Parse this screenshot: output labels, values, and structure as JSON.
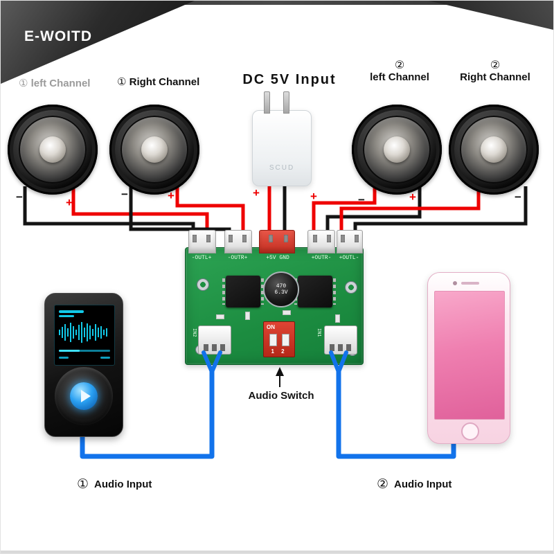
{
  "brand": "E-WOITD",
  "header": {
    "ch1_left_num": "①",
    "ch1_left": "left Channel",
    "ch1_right_num": "①",
    "ch1_right": "Right Channel",
    "dc_input": "DC 5V Input",
    "ch2_left_num": "②",
    "ch2_left": "left Channel",
    "ch2_right_num": "②",
    "ch2_right": "Right Channel"
  },
  "adapter": {
    "brand": "SCUD"
  },
  "board": {
    "connector_labels": [
      "-OUTL+",
      "-OUTR+",
      "+5V GND",
      "+OUTR-",
      "+OUTL-"
    ],
    "capacitor_value": "470",
    "capacitor_voltage": "6.3V",
    "dip_on": "ON",
    "dip_numbers": "1 2",
    "input_left": "IN2",
    "input_right": "IN1"
  },
  "annotations": {
    "audio_switch": "Audio Switch",
    "audio_input_1_num": "①",
    "audio_input_1": "Audio Input",
    "audio_input_2_num": "②",
    "audio_input_2": "Audio Input",
    "plus": "+",
    "minus": "−"
  },
  "colors": {
    "wire_positive": "#ee0000",
    "wire_negative": "#141414",
    "wire_audio": "#1273eb",
    "pcb_green": "#1c8c40",
    "dip_red": "#d23327",
    "phone_pink": "#ef7fb0",
    "mp3_accent": "#12c9e8"
  }
}
